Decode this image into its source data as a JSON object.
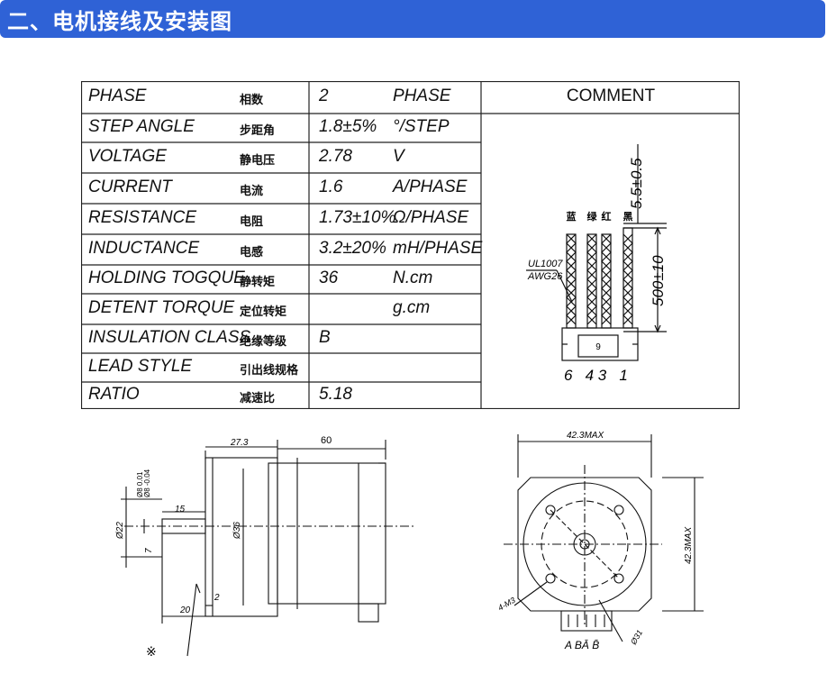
{
  "section_title": "二、电机接线及安装图",
  "spec_rows": [
    {
      "en": "PHASE",
      "cn": "相数",
      "value": "2",
      "unit": "PHASE"
    },
    {
      "en": "STEP ANGLE",
      "cn": "步距角",
      "value": "1.8±5%",
      "unit": "°/STEP"
    },
    {
      "en": "VOLTAGE",
      "cn": "静电压",
      "value": "2.78",
      "unit": "V"
    },
    {
      "en": "CURRENT",
      "cn": "电流",
      "value": "1.6",
      "unit": "A/PHASE"
    },
    {
      "en": "RESISTANCE",
      "cn": "电阻",
      "value": "1.73±10%",
      "unit": "Ω/PHASE"
    },
    {
      "en": "INDUCTANCE",
      "cn": "电感",
      "value": "3.2±20%",
      "unit": "mH/PHASE"
    },
    {
      "en": "HOLDING TOGQUE",
      "cn": "静转矩",
      "value": "36",
      "unit": "N.cm"
    },
    {
      "en": "DETENT TORQUE",
      "cn": "定位转矩",
      "value": "",
      "unit": "g.cm"
    },
    {
      "en": "INSULATION CLASS",
      "cn": "绝缘等级",
      "value": "B",
      "unit": ""
    },
    {
      "en": "LEAD STYLE",
      "cn": "引出线规格",
      "value": "",
      "unit": ""
    },
    {
      "en": "RATIO",
      "cn": "减速比",
      "value": "5.18",
      "unit": ""
    }
  ],
  "comment_header": "COMMENT",
  "wiring": {
    "wire_colors": [
      "蓝",
      "绿",
      "红",
      "黑"
    ],
    "cable_spec_1": "UL1007",
    "cable_spec_2": "AWG26",
    "strip_length": "5.5±0.5",
    "lead_length": "500±10",
    "connector_label": "9",
    "pin_numbers": "6   4 3   1"
  },
  "side_view": {
    "dim_gearbox": "27.3",
    "dim_motor": "60",
    "dim_tol_1": "Ø8 0.01",
    "dim_tol_2": "Ø8 -0.04",
    "dim_22": "Ø22",
    "dim_36": "Ø36",
    "dim_15": "15",
    "dim_7": "7",
    "dim_2": "2",
    "dim_20": "20",
    "marker": "※"
  },
  "front_view": {
    "dim_width": "42.3MAX",
    "dim_height": "42.3MAX",
    "hole_label": "4-M3",
    "pcd_label": "Ø31",
    "phase_labels": "A BĀ B̄"
  }
}
